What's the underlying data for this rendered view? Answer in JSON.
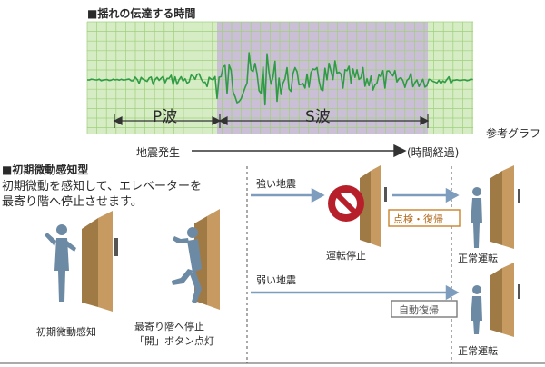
{
  "colors": {
    "grid_bg": "#d5ecc4",
    "grid_line": "#9fd07a",
    "highlight": "#c5b0dd",
    "wave": "#2f9b45",
    "arrow_blue": "#7e9cbe",
    "stop_red": "#b71f2a",
    "badge_orange": "#c9822a",
    "badge_gray": "#7a7a7a",
    "door": "#b48a52"
  },
  "top": {
    "title": "■揺れの伝達する時間",
    "p_wave": "P波",
    "s_wave": "S波",
    "reference": "参考グラフ",
    "quake_start": "地震発生",
    "time_elapsed": "(時間経過)"
  },
  "bottom": {
    "heading": "■初期微動感知型",
    "desc_line1": "初期微動を感知して、エレベーターを",
    "desc_line2": "最寄り階へ停止させます。",
    "strong_quake": "強い地震",
    "weak_quake": "弱い地震",
    "stop_label": "運転停止",
    "inspect_badge": "点検・復帰",
    "auto_badge": "自動復帰",
    "normal_top": "正常運転",
    "normal_bottom": "正常運転",
    "caption_detect": "初期微動感知",
    "caption_stop_line1": "最寄り階へ停止",
    "caption_stop_line2": "「開」ボタン点灯"
  }
}
